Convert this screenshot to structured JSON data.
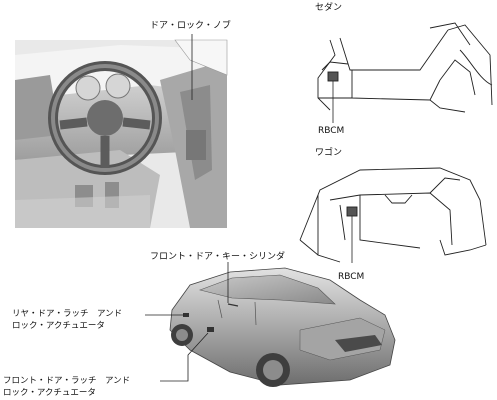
{
  "labels": {
    "door_lock_knob": "ドア・ロック・ノブ",
    "sedan": "セダン",
    "wagon": "ワゴン",
    "rbcm_sedan": "RBCM",
    "rbcm_wagon": "RBCM",
    "front_door_key_cylinder": "フロント・ドア・キー・シリンダ",
    "rear_latch_line1": "リヤ・ドア・ラッチ　アンド",
    "rear_latch_line2": "ロック・アクチュエータ",
    "front_latch_line1": "フロント・ドア・ラッチ　アンド",
    "front_latch_line2": "ロック・アクチュエータ"
  }
}
